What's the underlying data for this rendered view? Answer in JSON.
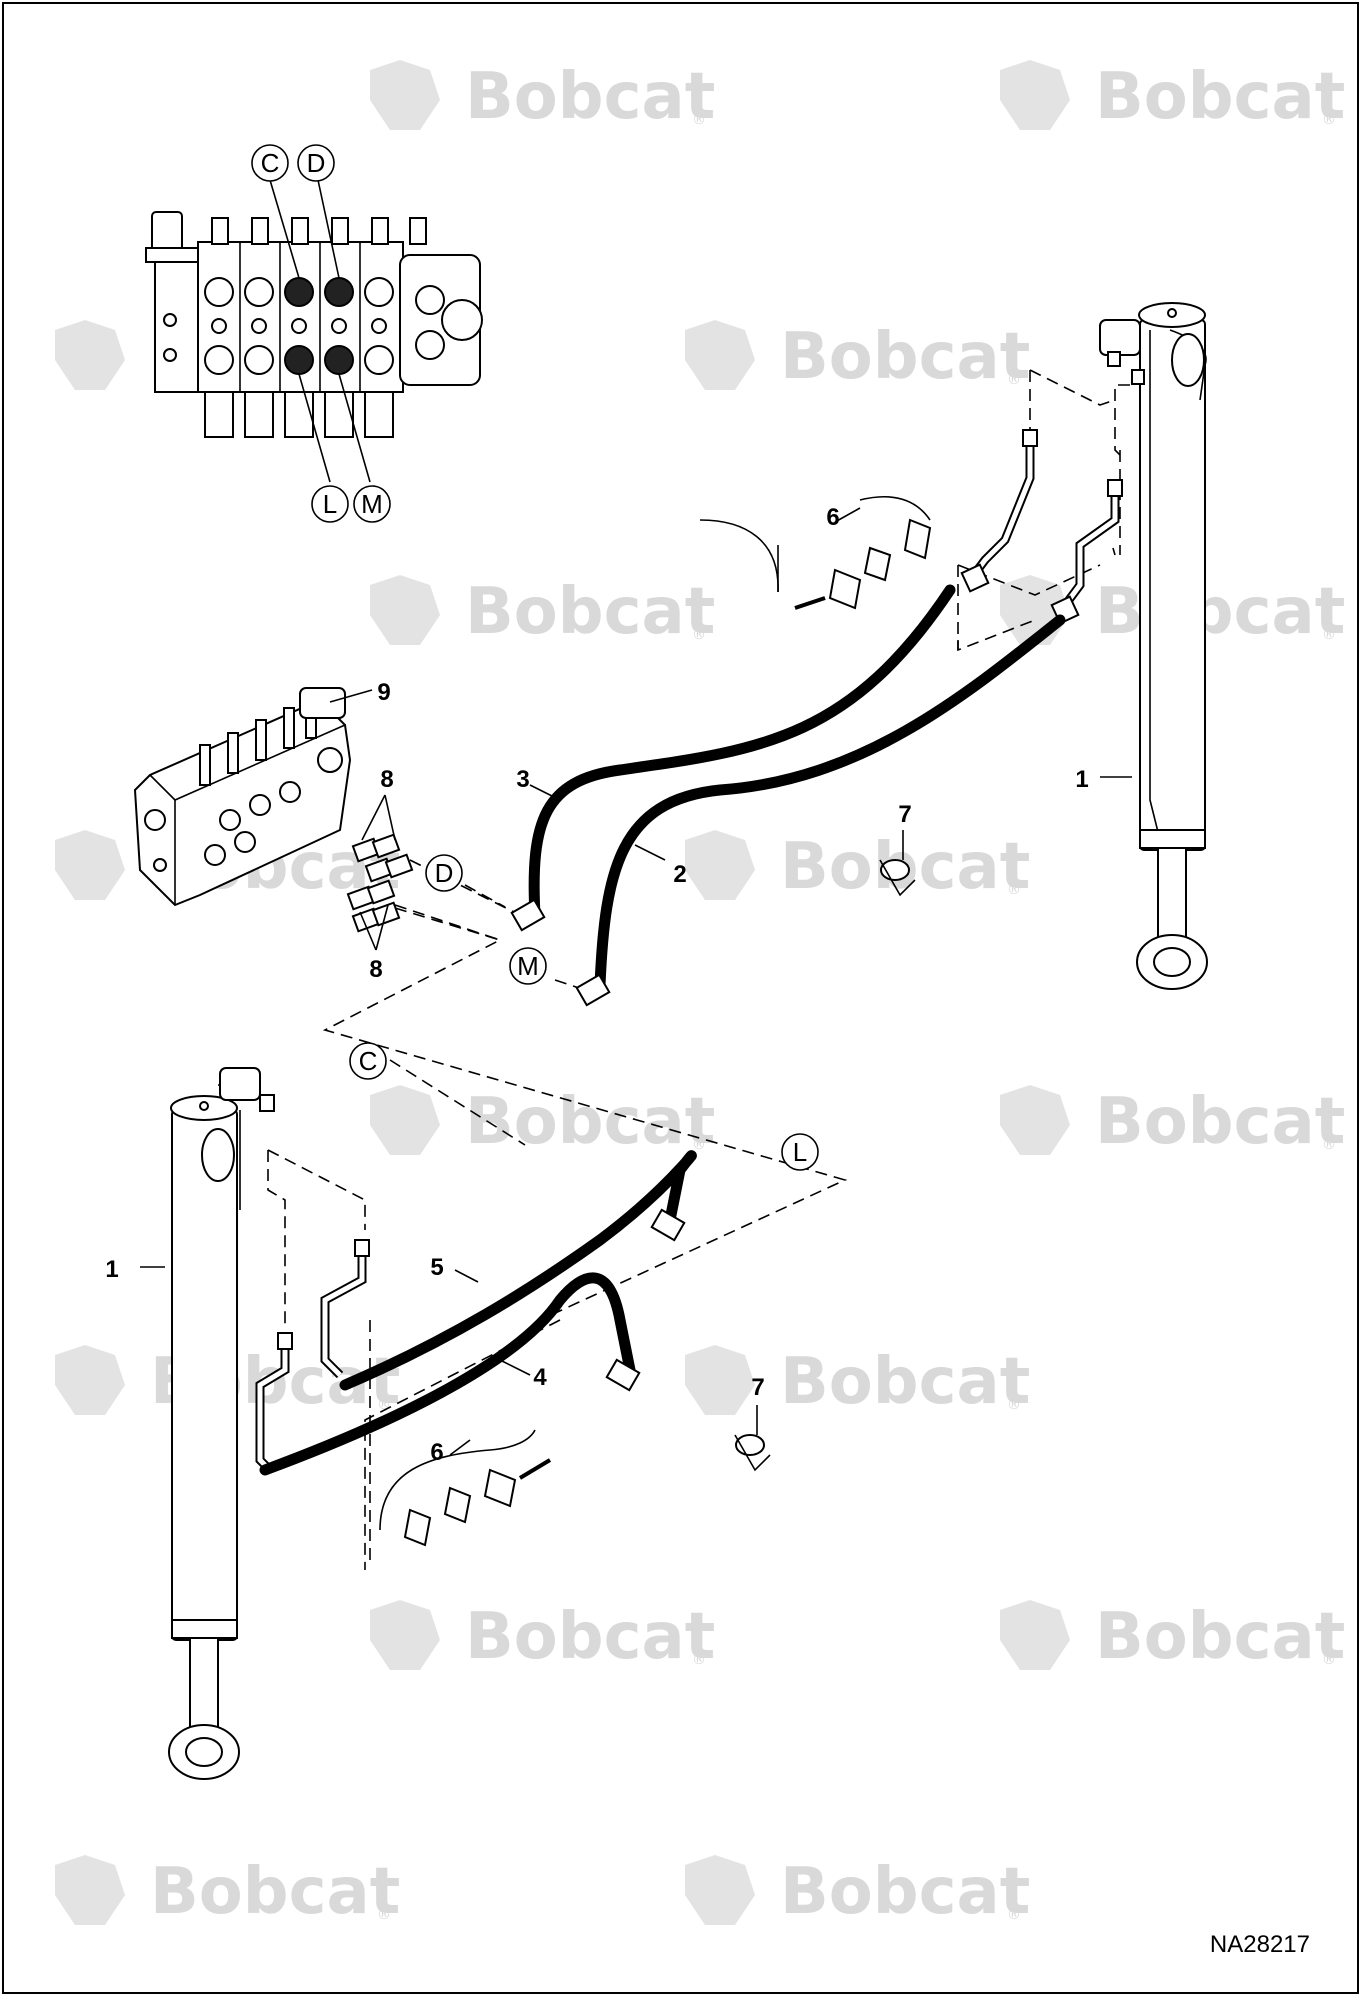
{
  "watermark": {
    "brand": "Bobcat",
    "registered": "®"
  },
  "ports": {
    "c": "C",
    "d": "D",
    "l": "L",
    "m": "M"
  },
  "callouts": {
    "cylinder_right": "1",
    "cylinder_left": "1",
    "hose_2": "2",
    "hose_3": "3",
    "hose_4": "4",
    "hose_5": "5",
    "clamp_kit_upper": "6",
    "clamp_kit_lower": "6",
    "clamp_upper": "7",
    "clamp_lower": "7",
    "fittings_upper": "8",
    "fittings_lower": "8",
    "valve": "9"
  },
  "reference_code": "NA28217"
}
